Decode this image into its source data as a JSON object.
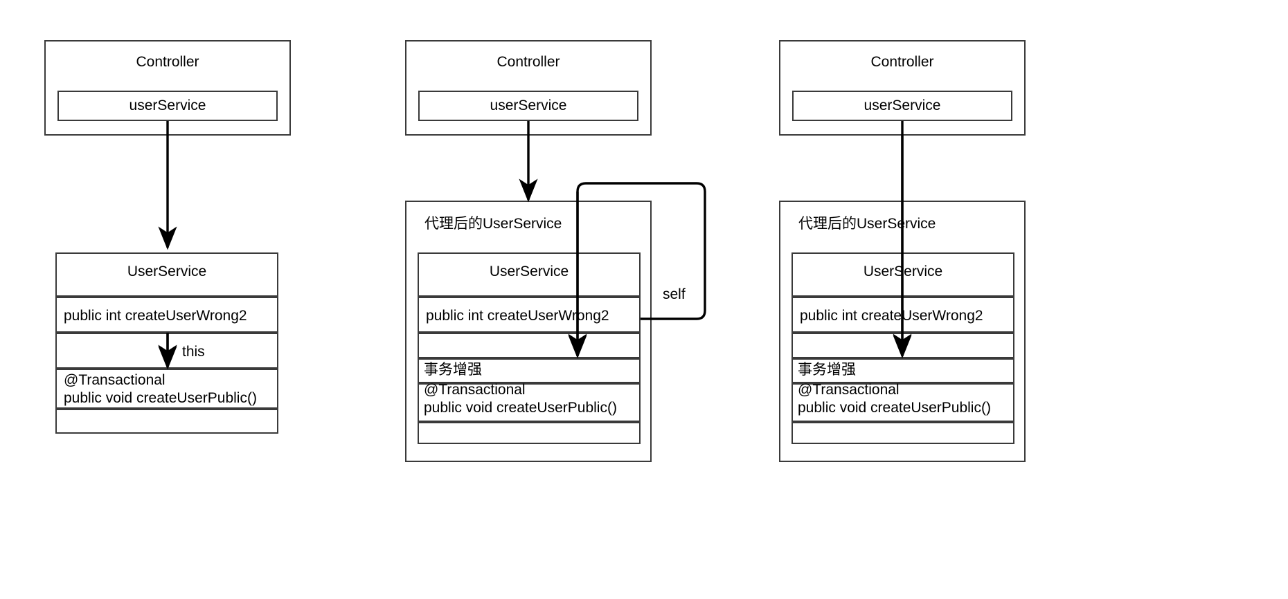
{
  "diagram": {
    "title": "Spring @Transactional self-invocation proxy diagram",
    "stroke_color": "#3a3a3a",
    "arrow_color": "#000000",
    "background": "#ffffff"
  },
  "panels": [
    {
      "id": "panel-direct-call",
      "controller": {
        "title": "Controller",
        "field": "userService"
      },
      "service": {
        "title": "UserService",
        "rows": [
          {
            "id": "method-wrong",
            "text": "public int createUserWrong2",
            "align": "left"
          },
          {
            "id": "spacer-row",
            "text": "",
            "align": "left"
          },
          {
            "id": "method-public",
            "text": "@Transactional\npublic void createUserPublic()",
            "align": "left"
          },
          {
            "id": "bottom-row",
            "text": "",
            "align": "left"
          }
        ]
      },
      "edges": [
        {
          "id": "controller-to-service",
          "label": ""
        },
        {
          "id": "internal-this-call",
          "label": "this"
        }
      ]
    },
    {
      "id": "panel-self-injection",
      "controller": {
        "title": "Controller",
        "field": "userService"
      },
      "proxy": {
        "title": "代理后的UserService"
      },
      "service": {
        "title": "UserService",
        "rows": [
          {
            "id": "method-wrong",
            "text": "public int createUserWrong2",
            "align": "left"
          },
          {
            "id": "spacer-row",
            "text": "",
            "align": "left"
          },
          {
            "id": "tx-enhance",
            "text": "事务增强",
            "align": "left"
          },
          {
            "id": "method-public",
            "text": "@Transactional\npublic void createUserPublic()",
            "align": "left"
          },
          {
            "id": "bottom-row",
            "text": "",
            "align": "left"
          }
        ]
      },
      "edges": [
        {
          "id": "controller-to-proxy",
          "label": ""
        },
        {
          "id": "self-loop-call",
          "label": "self"
        }
      ]
    },
    {
      "id": "panel-proxy-direct",
      "controller": {
        "title": "Controller",
        "field": "userService"
      },
      "proxy": {
        "title": "代理后的UserService"
      },
      "service": {
        "title": "UserService",
        "rows": [
          {
            "id": "method-wrong",
            "text": "public int createUserWrong2",
            "align": "left"
          },
          {
            "id": "spacer-row",
            "text": "",
            "align": "left"
          },
          {
            "id": "tx-enhance",
            "text": "事务增强",
            "align": "left"
          },
          {
            "id": "method-public",
            "text": "@Transactional\npublic void createUserPublic()",
            "align": "left"
          },
          {
            "id": "bottom-row",
            "text": "",
            "align": "left"
          }
        ]
      },
      "edges": [
        {
          "id": "controller-to-tx",
          "label": ""
        }
      ]
    }
  ]
}
